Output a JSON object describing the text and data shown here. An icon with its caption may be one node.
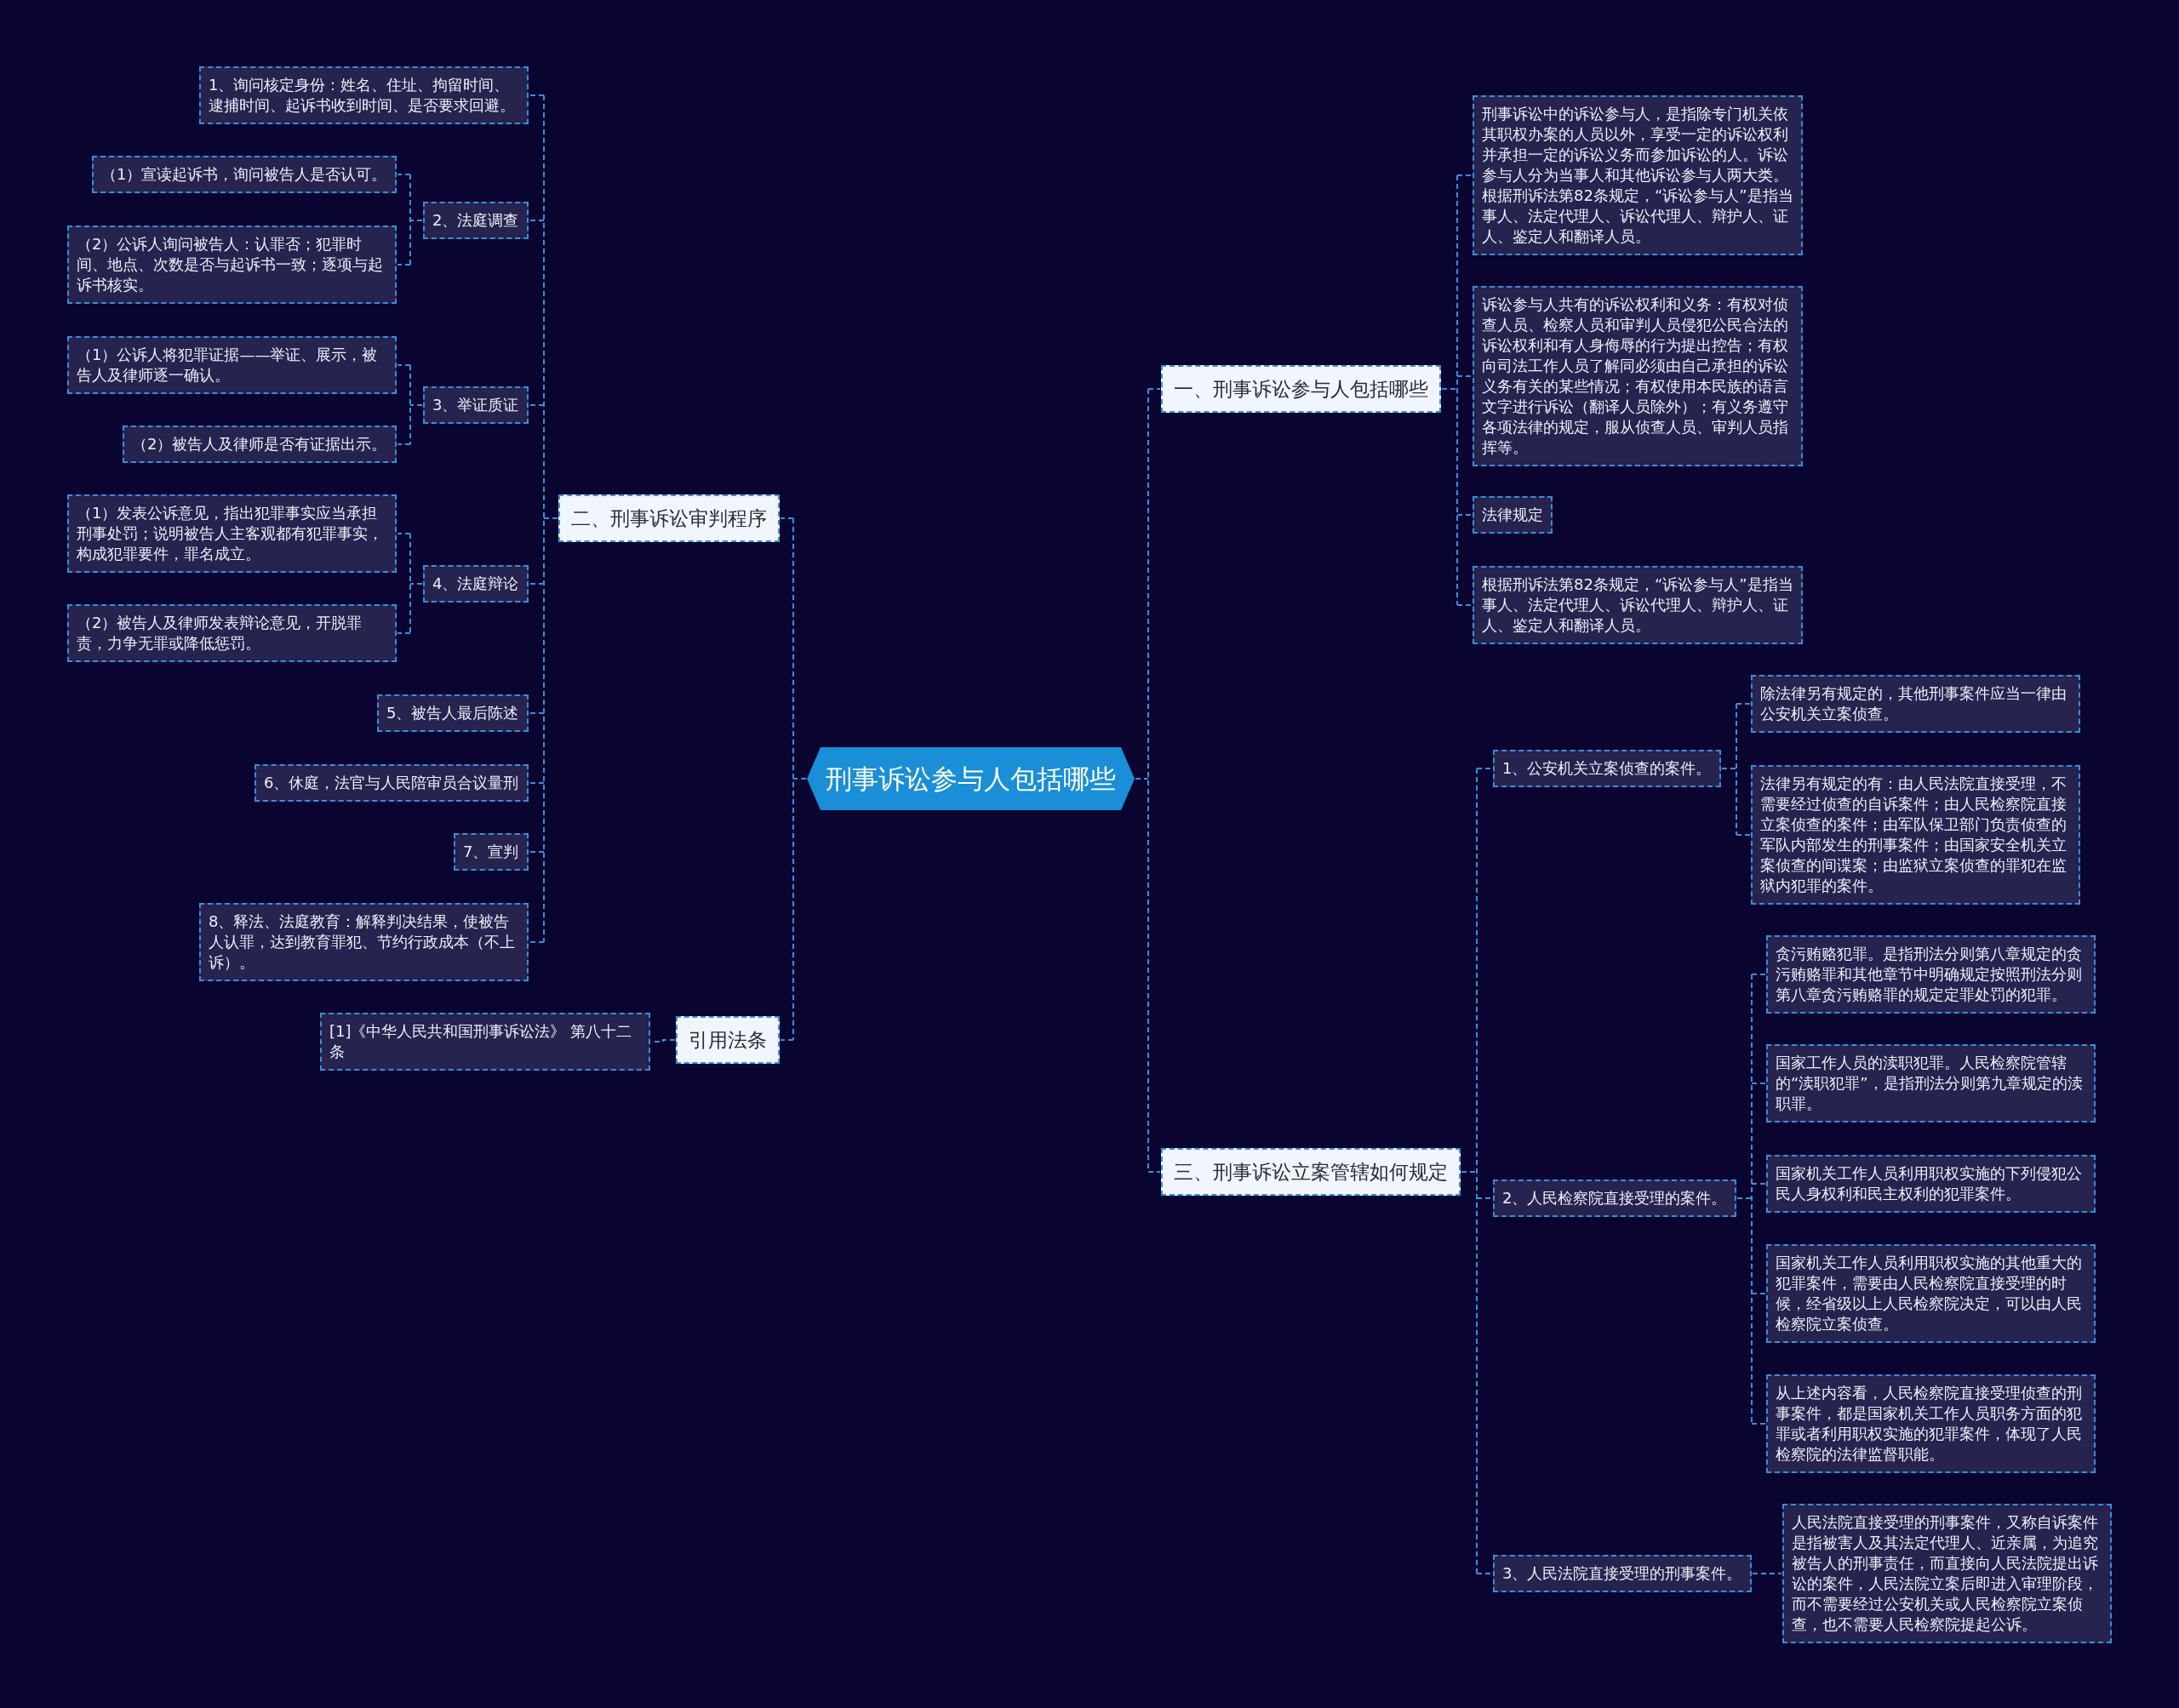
{
  "diagram": {
    "nodes": [
      {
        "text": [
          "刑事诉讼参与人包括哪些"
        ]
      },
      {
        "text": [
          "二、刑事诉讼审判程序"
        ]
      },
      {
        "text": [
          "1、询问核定身份：姓名、住址、拘留时间、逮捕时间、起诉书收到时间、是否要求回避。"
        ]
      },
      {
        "text": [
          "2、法庭调查"
        ]
      },
      {
        "text": [
          "（1）宣读起诉书，询问被告人是否认可。"
        ]
      },
      {
        "text": [
          "（2）公诉人询问被告人：认罪否；犯罪时间、地点、次数是否与起诉书一致；逐项与起诉书核实。"
        ]
      },
      {
        "text": [
          "3、举证质证"
        ]
      },
      {
        "text": [
          "（1）公诉人将犯罪证据——举证、展示，被告人及律师逐一确认。"
        ]
      },
      {
        "text": [
          "（2）被告人及律师是否有证据出示。"
        ]
      },
      {
        "text": [
          "4、法庭辩论"
        ]
      },
      {
        "text": [
          "（1）发表公诉意见，指出犯罪事实应当承担刑事处罚；说明被告人主客观都有犯罪事实，构成犯罪要件，罪名成立。"
        ]
      },
      {
        "text": [
          "（2）被告人及律师发表辩论意见，开脱罪责，力争无罪或降低惩罚。"
        ]
      },
      {
        "text": [
          "5、被告人最后陈述"
        ]
      },
      {
        "text": [
          "6、休庭，法官与人民陪审员合议量刑"
        ]
      },
      {
        "text": [
          "7、宣判"
        ]
      },
      {
        "text": [
          "8、释法、法庭教育：解释判决结果，使被告人认罪，达到教育罪犯、节约行政成本（不上诉）。"
        ]
      },
      {
        "text": [
          "引用法条"
        ]
      },
      {
        "text": [
          "[1]《中华人民共和国刑事诉讼法》 第八十二条"
        ]
      },
      {
        "text": [
          "一、刑事诉讼参与人包括哪些"
        ]
      },
      {
        "text": [
          "刑事诉讼中的诉讼参与人，是指除专门机关依其职权办案的人员以外，享受一定的诉讼权利并承担一定的诉讼义务而参加诉讼的人。诉讼参与人分为当事人和其他诉讼参与人两大类。根据刑诉法第82条规定，“诉讼参与人”是指当事人、法定代理人、诉讼代理人、辩护人、证人、鉴定人和翻译人员。"
        ]
      },
      {
        "text": [
          "诉讼参与人共有的诉讼权利和义务：有权对侦查人员、检察人员和审判人员侵犯公民合法的诉讼权利和有人身侮辱的行为提出控告；有权向司法工作人员了解同必须由自己承担的诉讼义务有关的某些情况；有权使用本民族的语言文字进行诉讼（翻译人员除外）；有义务遵守各项法律的规定，服从侦查人员、审判人员指挥等。"
        ]
      },
      {
        "text": [
          "法律规定"
        ]
      },
      {
        "text": [
          "根据刑诉法第82条规定，“诉讼参与人”是指当事人、法定代理人、诉讼代理人、辩护人、证人、鉴定人和翻译人员。"
        ]
      },
      {
        "text": [
          "三、刑事诉讼立案管辖如何规定"
        ]
      },
      {
        "text": [
          "1、公安机关立案侦查的案件。"
        ]
      },
      {
        "text": [
          "除法律另有规定的，其他刑事案件应当一律由公安机关立案侦查。"
        ]
      },
      {
        "text": [
          "法律另有规定的有：由人民法院直接受理，不需要经过侦查的自诉案件；由人民检察院直接立案侦查的案件；由军队保卫部门负责侦查的军队内部发生的刑事案件；由国家安全机关立案侦查的间谍案；由监狱立案侦查的罪犯在监狱内犯罪的案件。"
        ]
      },
      {
        "text": [
          "2、人民检察院直接受理的案件。"
        ]
      },
      {
        "text": [
          "贪污贿赂犯罪。是指刑法分则第八章规定的贪污贿赂罪和其他章节中明确规定按照刑法分则第八章贪污贿赂罪的规定定罪处罚的犯罪。"
        ]
      },
      {
        "text": [
          "国家工作人员的渎职犯罪。人民检察院管辖的“渎职犯罪”，是指刑法分则第九章规定的渎职罪。"
        ]
      },
      {
        "text": [
          "国家机关工作人员利用职权实施的下列侵犯公民人身权利和民主权利的犯罪案件。"
        ]
      },
      {
        "text": [
          "国家机关工作人员利用职权实施的其他重大的犯罪案件，需要由人民检察院直接受理的时候，经省级以上人民检察院决定，可以由人民检察院立案侦查。"
        ]
      },
      {
        "text": [
          "从上述内容看，人民检察院直接受理侦查的刑事案件，都是国家机关工作人员职务方面的犯罪或者利用职权实施的犯罪案件，体现了人民检察院的法律监督职能。"
        ]
      },
      {
        "text": [
          "3、人民法院直接受理的刑事案件。"
        ]
      },
      {
        "text": [
          "人民法院直接受理的刑事案件，又称自诉案件是指被害人及其法定代理人、近亲属，为追究被告人的刑事责任，而直接向人民法院提出诉讼的案件，人民法院立案后即进入审理阶段，而不需要经过公安机关或人民检察院立案侦查，也不需要人民检察院提起公诉。"
        ]
      }
    ],
    "edges": [
      {
        "from": 0,
        "to": 1,
        "arrow": "none"
      },
      {
        "from": 1,
        "to": 2,
        "arrow": "none"
      },
      {
        "from": 1,
        "to": 3,
        "arrow": "none"
      },
      {
        "from": 3,
        "to": 4,
        "arrow": "none"
      },
      {
        "from": 3,
        "to": 5,
        "arrow": "none"
      },
      {
        "from": 1,
        "to": 6,
        "arrow": "none"
      },
      {
        "from": 6,
        "to": 7,
        "arrow": "none"
      },
      {
        "from": 6,
        "to": 8,
        "arrow": "none"
      },
      {
        "from": 1,
        "to": 9,
        "arrow": "none"
      },
      {
        "from": 9,
        "to": 10,
        "arrow": "none"
      },
      {
        "from": 9,
        "to": 11,
        "arrow": "none"
      },
      {
        "from": 1,
        "to": 12,
        "arrow": "none"
      },
      {
        "from": 1,
        "to": 13,
        "arrow": "none"
      },
      {
        "from": 1,
        "to": 14,
        "arrow": "none"
      },
      {
        "from": 1,
        "to": 15,
        "arrow": "none"
      },
      {
        "from": 0,
        "to": 16,
        "arrow": "none"
      },
      {
        "from": 16,
        "to": 17,
        "arrow": "none"
      },
      {
        "from": 0,
        "to": 18,
        "arrow": "none"
      },
      {
        "from": 18,
        "to": 19,
        "arrow": "none"
      },
      {
        "from": 18,
        "to": 20,
        "arrow": "none"
      },
      {
        "from": 18,
        "to": 21,
        "arrow": "none"
      },
      {
        "from": 18,
        "to": 22,
        "arrow": "none"
      },
      {
        "from": 0,
        "to": 23,
        "arrow": "none"
      },
      {
        "from": 23,
        "to": 24,
        "arrow": "none"
      },
      {
        "from": 24,
        "to": 25,
        "arrow": "none"
      },
      {
        "from": 24,
        "to": 26,
        "arrow": "none"
      },
      {
        "from": 23,
        "to": 27,
        "arrow": "none"
      },
      {
        "from": 27,
        "to": 28,
        "arrow": "none"
      },
      {
        "from": 27,
        "to": 29,
        "arrow": "none"
      },
      {
        "from": 27,
        "to": 30,
        "arrow": "none"
      },
      {
        "from": 27,
        "to": 31,
        "arrow": "none"
      },
      {
        "from": 27,
        "to": 32,
        "arrow": "none"
      },
      {
        "from": 23,
        "to": 33,
        "arrow": "none"
      },
      {
        "from": 33,
        "to": 34,
        "arrow": "none"
      }
    ]
  }
}
